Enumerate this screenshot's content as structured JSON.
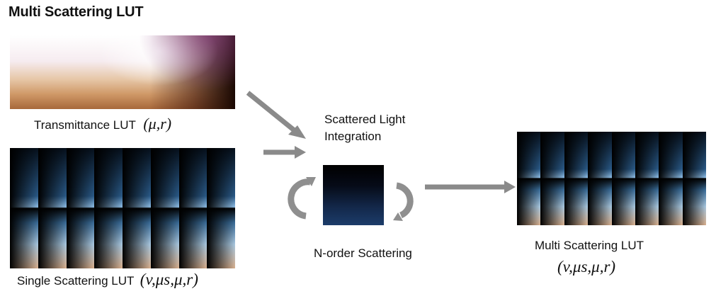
{
  "title": "Multi Scattering LUT",
  "transmittance": {
    "label": "Transmittance LUT",
    "params": "(μ,r)"
  },
  "single_scattering": {
    "label": "Single Scattering LUT",
    "params": "(v,μs,μ,r)"
  },
  "integration": {
    "line1": "Scattered Light",
    "line2": "Integration"
  },
  "norder": {
    "label": "N-order Scattering"
  },
  "multi": {
    "label": "Multi Scattering LUT",
    "params": "(v,μs,μ,r)"
  },
  "colors": {
    "arrow": "#8a8a8a",
    "text": "#111111"
  }
}
